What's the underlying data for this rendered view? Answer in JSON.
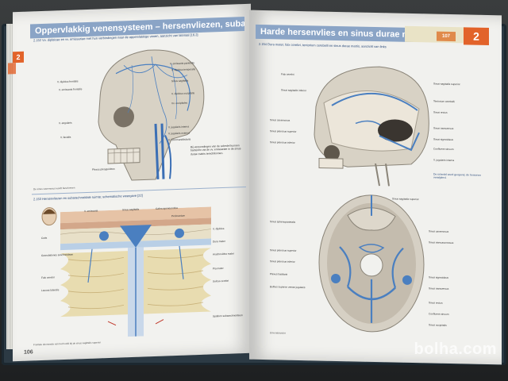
{
  "left_page": {
    "section_tab": "2",
    "header": "Oppervlakkig venensysteem – hersenvliezen, subarachnoïdale ruimte",
    "fig1_caption": "2.152  Vv. diploicae en vv. emissariae met hun verbindingen naar de oppervlakkige venen, aanzicht van lateraal [16.2]",
    "fig1_labels": [
      "V. emissaria parietalis",
      "V. diploica temporalis",
      "V. diploica frontalis",
      "V. emissaria frontalis",
      "Sinus sagittalis",
      "V. angularis",
      "V. facialis",
      "V. jugularis interna",
      "V. jugularis externa",
      "V. retromandibularis",
      "Vv. occipitales",
      "V. diploica occipitalis",
      "Plexus pterygoideus"
    ],
    "fig1_note": "Bij verwondingen van de schedel kunnen bacteriën via de vv. emissariae in de sinus durae matris terechtkomen.",
    "fig1_footer": "De sinus cavernosus wordt beschreven",
    "fig2_caption": "2.153  Hersenvliezen en subarachnoïdale ruimte; schematische weergave [22]",
    "fig2_labels": [
      "V. emissaria",
      "Sinus sagittalis",
      "Galea aponeurotica",
      "Cutis",
      "Pericranium",
      "V. diploica",
      "Dura mater",
      "Arachnoidea mater",
      "Granulationes arachnoideae",
      "Pia mater",
      "Falx cerebri",
      "Spatium subarachnoideum",
      "Sulcus cerebri",
      "Lacuna lateralis"
    ],
    "fig2_footer": "Frontale doorsnede van het hoofd bij de sinus sagittalis superior",
    "page_number": "106"
  },
  "right_page": {
    "header": "Harde hersenvlies en sinus durae matris",
    "tab_text": "2",
    "tab_small": "107",
    "fig1_caption": "2.154  Dura mater, falx cerebri, tentorium cerebelli en sinus durae matris, aanzicht van links",
    "fig1_labels": [
      "Falx cerebri",
      "Sinus sagittalis inferior",
      "Sinus sagittalis superior",
      "Sinus cavernosus",
      "Sinus rectus",
      "Tentorium cerebelli",
      "Sinus transversus",
      "Sinus sigmoideus",
      "Confluens sinuum",
      "V. jugularis interna",
      "Sinus petrosus superior",
      "Sinus petrosus inferior"
    ],
    "fig1_note": "De schedel werd geopend, de hersenen verwijderd.",
    "fig2_caption": "Sinus durae matris in de schedelbasis, aanzicht van boven",
    "fig2_labels": [
      "Sinus sagittalis superior",
      "Sinus sphenoparietalis",
      "Sinus cavernosus",
      "Sinus intercavernosus",
      "Sinus petrosus superior",
      "Sinus petrosus inferior",
      "Sinus sigmoideus",
      "Sinus transversus",
      "Sinus rectus",
      "Confluens sinuum",
      "Plexus basilaris",
      "Sinus occipitalis",
      "Bulbus superior venae jugularis"
    ],
    "fig2_footer": "Bovenaanzicht"
  },
  "watermark": "bolha.com",
  "colors": {
    "vein": "#4a7fc0",
    "header": "#8aa4c6",
    "tab": "#e2632a",
    "bone": "#d6d0c4"
  }
}
